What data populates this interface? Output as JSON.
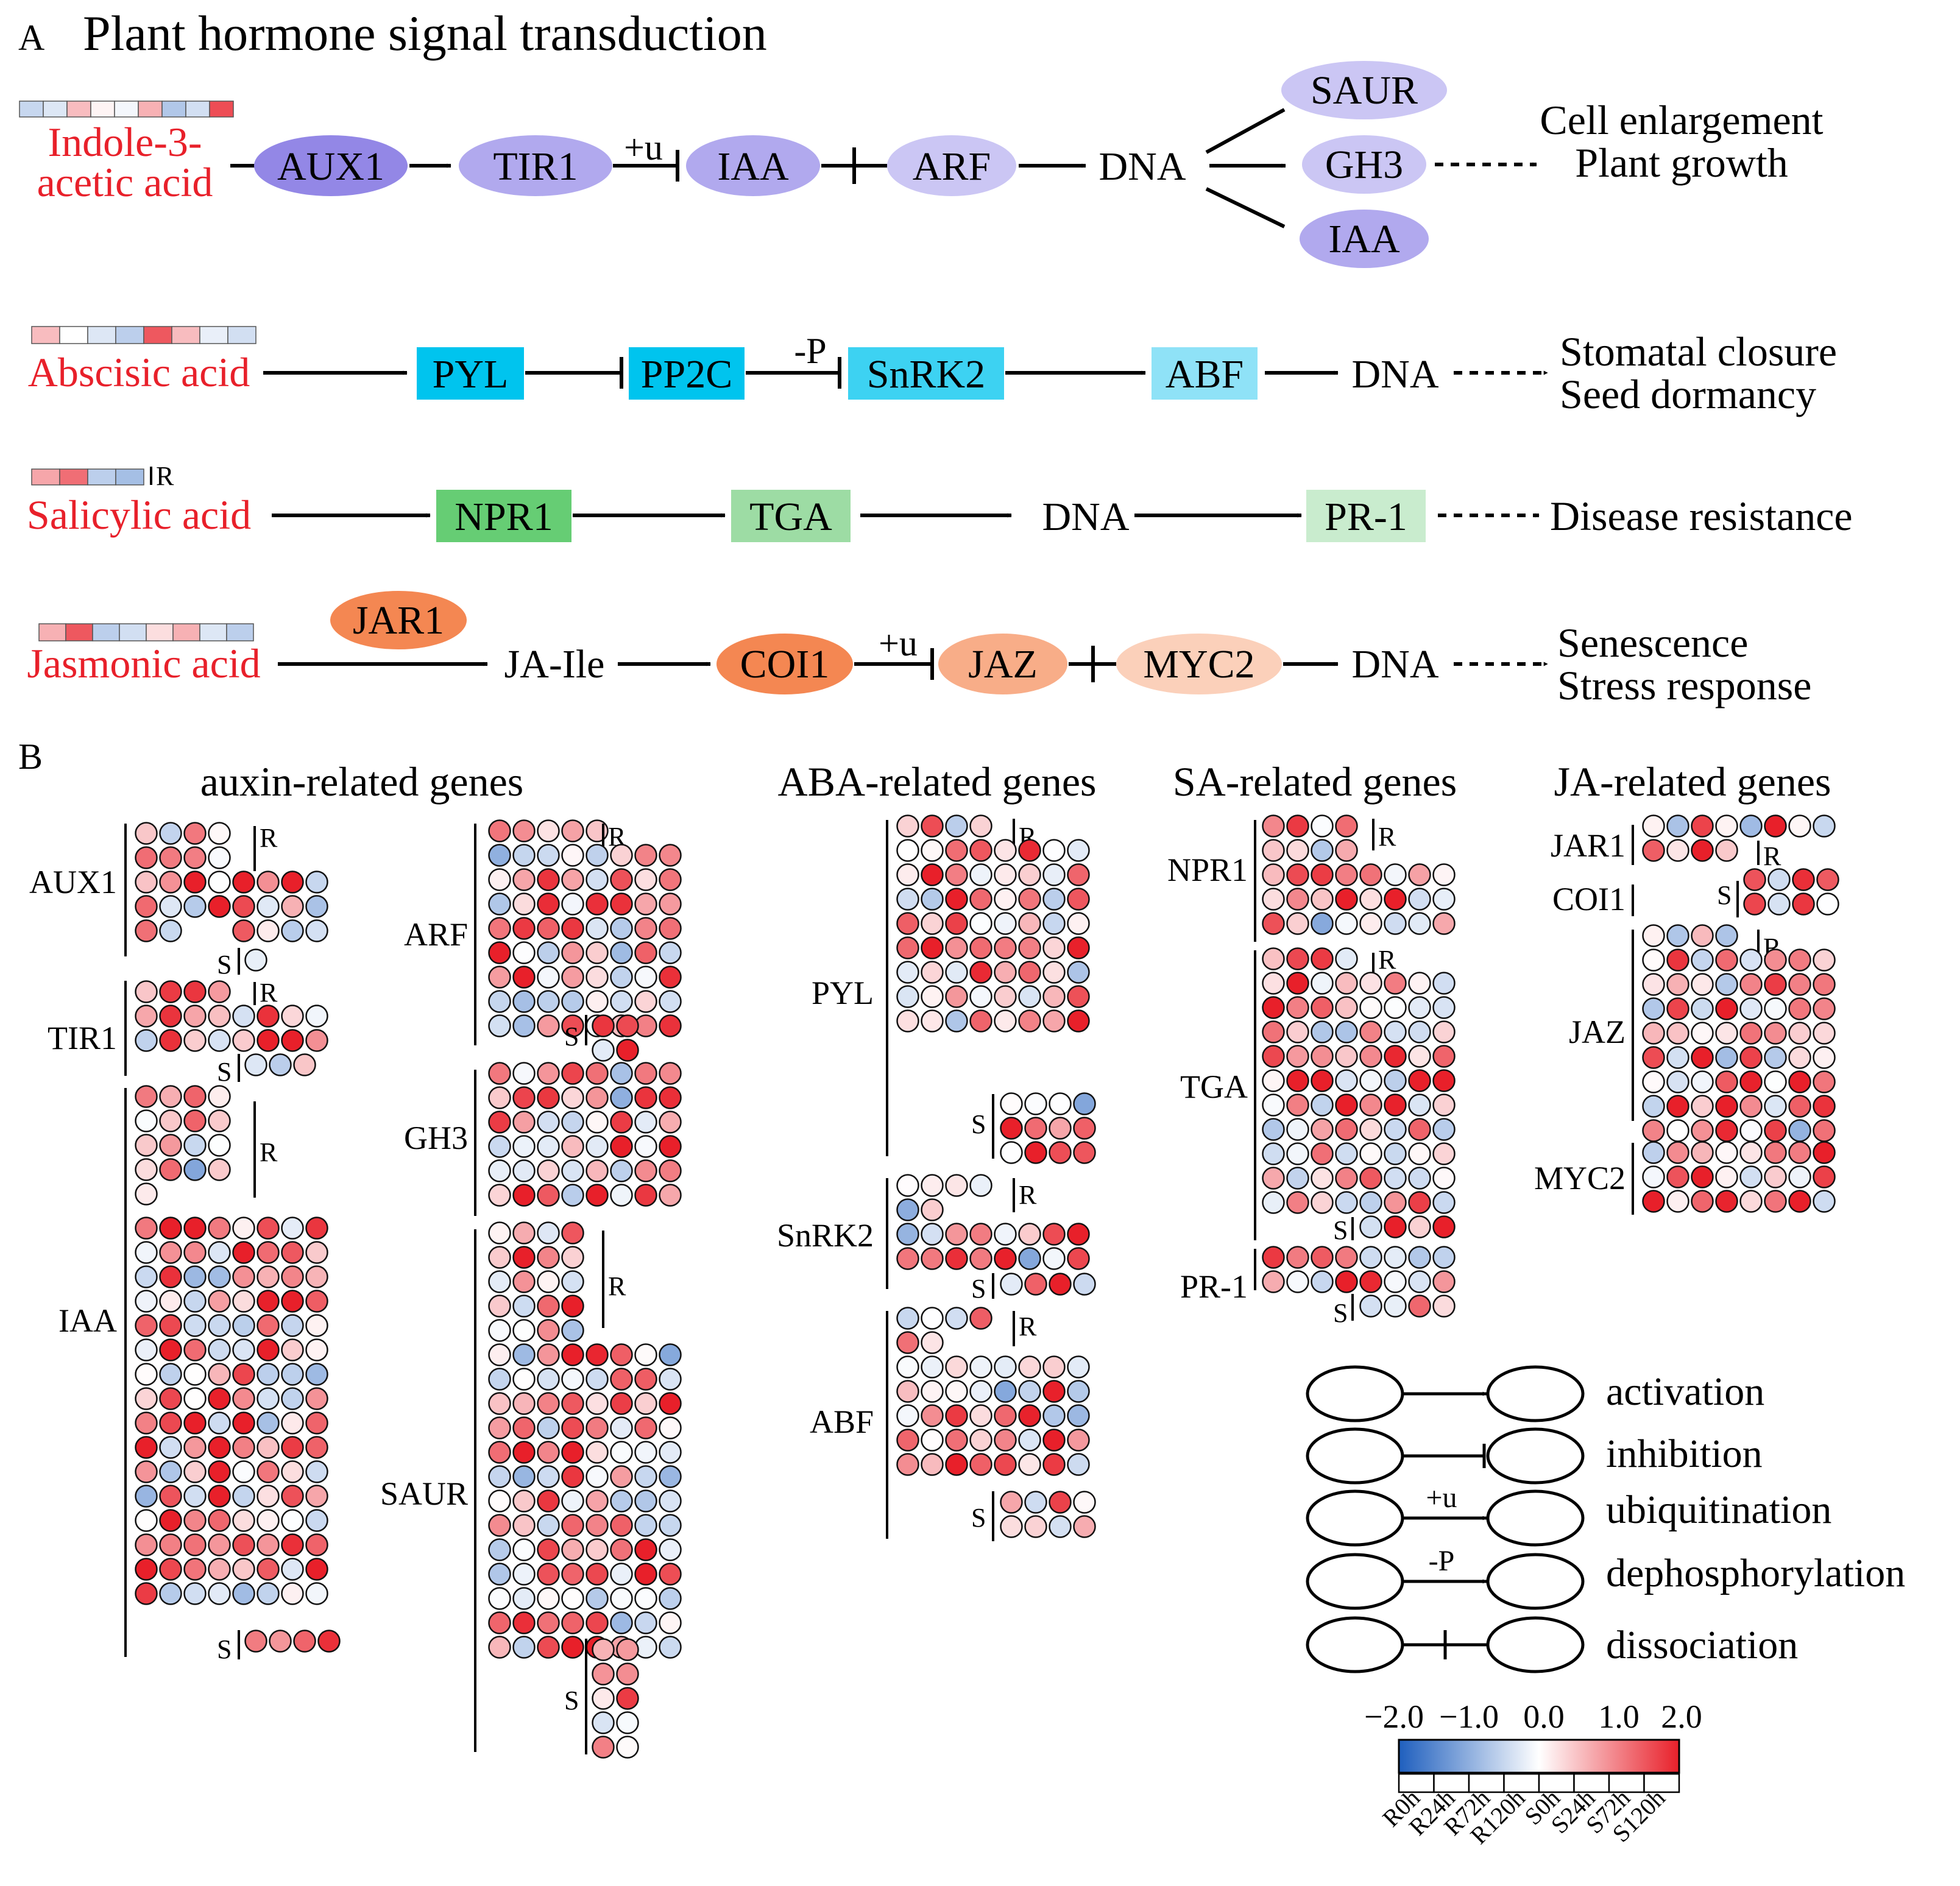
{
  "panel_a": {
    "letter": "A",
    "title": "Plant hormone signal transduction",
    "pathways": {
      "auxin": {
        "hormone": [
          "Indole-3-",
          "acetic acid"
        ],
        "bar_levels": [
          -0.5,
          -0.3,
          0.6,
          0.1,
          -0.1,
          0.7,
          -0.7,
          -0.4,
          1.6
        ],
        "nodes": [
          "AUX1",
          "TIR1",
          "IAA",
          "ARF",
          "DNA",
          "SAUR",
          "GH3",
          "IAA"
        ],
        "mod": "+u",
        "outcome": [
          "Cell enlargement",
          "Plant growth"
        ]
      },
      "aba": {
        "hormone": [
          "Abscisic acid"
        ],
        "bar_levels": [
          0.6,
          0.0,
          -0.3,
          -0.6,
          1.5,
          0.6,
          -0.2,
          -0.4
        ],
        "nodes": [
          "PYL",
          "PP2C",
          "SnRK2",
          "ABF",
          "DNA"
        ],
        "mod": "-P",
        "outcome": [
          "Stomatal closure",
          "Seed dormancy"
        ]
      },
      "sa": {
        "hormone": [
          "Salicylic acid"
        ],
        "bar_levels": [
          0.8,
          1.3,
          -0.6,
          -0.8
        ],
        "bar_tag": "R",
        "nodes": [
          "NPR1",
          "TGA",
          "DNA",
          "PR-1"
        ],
        "outcome": [
          "Disease resistance"
        ]
      },
      "ja": {
        "hormone": [
          "Jasmonic acid"
        ],
        "bar_levels": [
          0.7,
          1.5,
          -0.6,
          -0.4,
          0.3,
          0.7,
          -0.3,
          -0.6
        ],
        "nodes": [
          "JAR1",
          "JA-Ile",
          "COI1",
          "JAZ",
          "MYC2",
          "DNA"
        ],
        "mod": "+u",
        "outcome": [
          "Senescence",
          "Stress response"
        ]
      }
    }
  },
  "panel_b": {
    "letter": "B",
    "groups": [
      "auxin-related genes",
      "ABA-related genes",
      "SA-related genes",
      "JA-related genes"
    ],
    "genes": {
      "aux1": "AUX1",
      "tir1": "TIR1",
      "iaa": "IAA",
      "arf": "ARF",
      "gh3": "GH3",
      "saur": "SAUR",
      "pyl": "PYL",
      "snrk2": "SnRK2",
      "abf": "ABF",
      "npr1": "NPR1",
      "tga": "TGA",
      "pr1": "PR-1",
      "jar1": "JAR1",
      "coi1": "COI1",
      "jaz": "JAZ",
      "myc2": "MYC2"
    },
    "tag_r": "R",
    "tag_s": "S"
  },
  "legend": {
    "items": [
      "activation",
      "inhibition",
      "ubiquitination",
      "dephosphorylation",
      "dissociation"
    ],
    "mod_u": "+u",
    "mod_p": "-P"
  },
  "colorbar": {
    "ticks": [
      "−2.0",
      "−1.0",
      "0.0",
      "1.0",
      "2.0"
    ],
    "range": [
      -2,
      2
    ],
    "colors": {
      "low": "#1f5fbe",
      "mid": "#ffffff",
      "high": "#e8202a"
    },
    "columns": [
      "R0h",
      "R24h",
      "R72h",
      "R120h",
      "S0h",
      "S24h",
      "S72h",
      "S120h"
    ]
  },
  "node_colors": {
    "auxin_dark": "#9387e6",
    "auxin_mid": "#b1a9ee",
    "auxin_light": "#cbc6f4",
    "aba_dark": "#00c4ee",
    "aba_light": "#8fe2f7",
    "sa_dark": "#66cd74",
    "sa_mid": "#9ddca4",
    "sa_light": "#c9ecce",
    "ja_dark": "#f48752",
    "ja_mid": "#f8ad88",
    "ja_light": "#fbd0ba"
  }
}
